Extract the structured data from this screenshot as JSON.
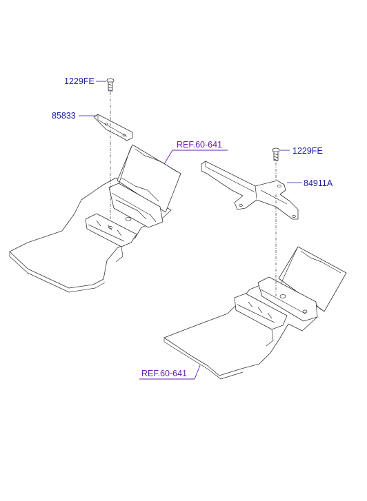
{
  "callouts": {
    "bolt_left": "1229FE",
    "bracket_left": "85833",
    "ref_top": "REF.60-641",
    "bolt_right": "1229FE",
    "bracket_right": "84911A",
    "ref_bottom": "REF.60-641"
  },
  "colors": {
    "part_number": "#1a1aa6",
    "reference": "#6a1bb0",
    "line": "#333333"
  }
}
